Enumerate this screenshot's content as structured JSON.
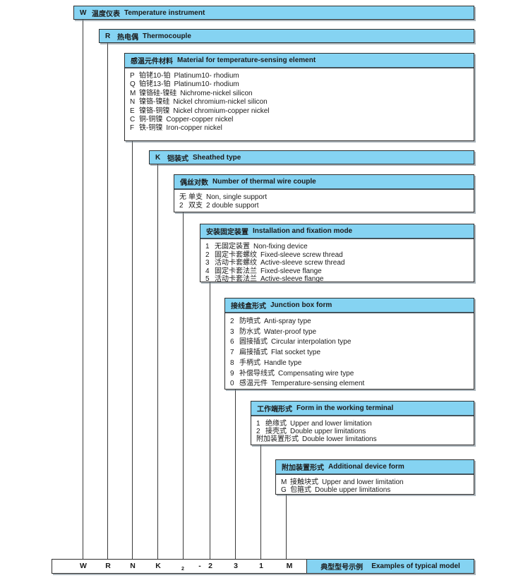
{
  "page": {
    "accent_blue": "#85d3f2",
    "border_color": "#2e2e2e",
    "background": "#ffffff"
  },
  "boxes": [
    {
      "id": "temperature-instrument",
      "code": "W",
      "cn": "温度仪表",
      "en": "Temperature instrument",
      "items": []
    },
    {
      "id": "thermocouple",
      "code": "R",
      "cn": "热电偶",
      "en": "Thermocouple",
      "items": []
    },
    {
      "id": "sensing-material",
      "cn": "感温元件材料",
      "en": "Material for temperature-sensing element",
      "items": [
        {
          "code": "P",
          "cn": "铂铑10-铂",
          "en": "Platinum10- rhodium"
        },
        {
          "code": "Q",
          "cn": "铂铑13-铂",
          "en": "Platinum10- rhodium"
        },
        {
          "code": "M",
          "cn": "镍铬硅-镍硅",
          "en": "Nichrome-nickel silicon"
        },
        {
          "code": "N",
          "cn": "镍铬-镍硅",
          "en": "Nickel chromium-nickel silicon"
        },
        {
          "code": "E",
          "cn": "镍铬-铜镍",
          "en": "Nickel chromium-copper nickel"
        },
        {
          "code": "C",
          "cn": "铜-铜镍",
          "en": "Copper-copper nickel"
        },
        {
          "code": "F",
          "cn": "铁-铜镍",
          "en": "Iron-copper nickel"
        }
      ]
    },
    {
      "id": "sheathed-type",
      "code": "K",
      "cn": "铠装式",
      "en": "Sheathed type",
      "items": []
    },
    {
      "id": "wire-couple-number",
      "cn": "偶丝对数",
      "en": "Number of thermal wire couple",
      "items": [
        {
          "code": "无",
          "cn": "单支",
          "en": "Non, single support"
        },
        {
          "code": "2",
          "cn": "双支",
          "en": "2  double support"
        }
      ]
    },
    {
      "id": "installation-fixation-mode",
      "cn": "安装固定装置",
      "en": "Installation and fixation mode",
      "items": [
        {
          "code": "1",
          "cn": "无固定装置",
          "en": "Non-fixing device"
        },
        {
          "code": "2",
          "cn": "固定卡套螺纹",
          "en": "Fixed-sleeve screw thread"
        },
        {
          "code": "3",
          "cn": "活动卡套螺纹",
          "en": "Active-sleeve screw thread"
        },
        {
          "code": "4",
          "cn": "固定卡套法兰",
          "en": "Fixed-sleeve flange"
        },
        {
          "code": "5",
          "cn": "活动卡套法兰",
          "en": "Active-sleeve flange"
        }
      ]
    },
    {
      "id": "junction-box-form",
      "cn": "接线盒形式",
      "en": "Junction box form",
      "items": [
        {
          "code": "2",
          "cn": "防喷式",
          "en": "Anti-spray type"
        },
        {
          "code": "3",
          "cn": "防水式",
          "en": "Water-proof type"
        },
        {
          "code": "6",
          "cn": "圆接插式",
          "en": "Circular interpolation type"
        },
        {
          "code": "7",
          "cn": "扁接插式",
          "en": "Flat socket type"
        },
        {
          "code": "8",
          "cn": "手柄式",
          "en": "Handle type"
        },
        {
          "code": "9",
          "cn": "补偿导线式",
          "en": "Compensating wire type"
        },
        {
          "code": "0",
          "cn": "感温元件",
          "en": "Temperature-sensing element"
        }
      ]
    },
    {
      "id": "working-terminal-form",
      "cn": "工作端形式",
      "en": "Form in the working terminal",
      "items": [
        {
          "code": "1",
          "cn": "绝缘式",
          "en": "Upper and lower limitation"
        },
        {
          "code": "2",
          "cn": "接壳式",
          "en": "Double upper limitations"
        },
        {
          "code": "",
          "cn": "附加装置形式",
          "en": "Double lower limitations"
        }
      ]
    },
    {
      "id": "additional-device-form",
      "cn": "附加装置形式",
      "en": "Additional device form",
      "items": [
        {
          "code": "M",
          "cn": "接触块式",
          "en": "Upper and lower limitation"
        },
        {
          "code": "G",
          "cn": "包箍式",
          "en": "Double upper limitations"
        }
      ]
    }
  ],
  "model_row": {
    "chars": [
      {
        "ch": "W",
        "sub": false
      },
      {
        "ch": "R",
        "sub": false
      },
      {
        "ch": "N",
        "sub": false
      },
      {
        "ch": "K",
        "sub": false
      },
      {
        "ch": "2",
        "sub": true
      },
      {
        "ch": "-",
        "sub": false
      },
      {
        "ch": "2",
        "sub": false
      },
      {
        "ch": "3",
        "sub": false
      },
      {
        "ch": "1",
        "sub": false
      },
      {
        "ch": "M",
        "sub": false
      }
    ],
    "label_cn": "典型型号示例",
    "label_en": "Examples of typical model"
  }
}
